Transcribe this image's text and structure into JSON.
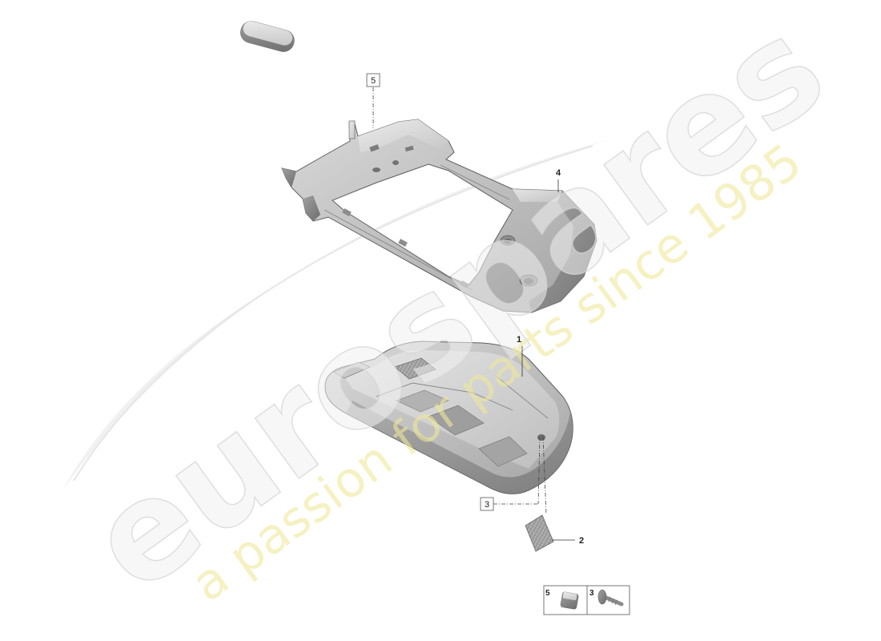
{
  "watermark": {
    "brand": "eurospares",
    "tagline": "a passion for parts since 1985"
  },
  "callouts": {
    "part_5": "5",
    "part_4": "4",
    "part_1": "1",
    "part_3": "3",
    "part_2": "2"
  },
  "legend": {
    "cells": [
      {
        "label": "5",
        "icon": "clip-icon"
      },
      {
        "label": "3",
        "icon": "screw-icon"
      }
    ]
  },
  "colors": {
    "part_light": "#e4e4e4",
    "part_mid": "#b5b5b5",
    "part_dark": "#7c7c7c",
    "outline": "#5e5e5e",
    "callout": "#222222",
    "watermark_brand": "#d4d4d4",
    "watermark_tagline": "#efe79a"
  }
}
